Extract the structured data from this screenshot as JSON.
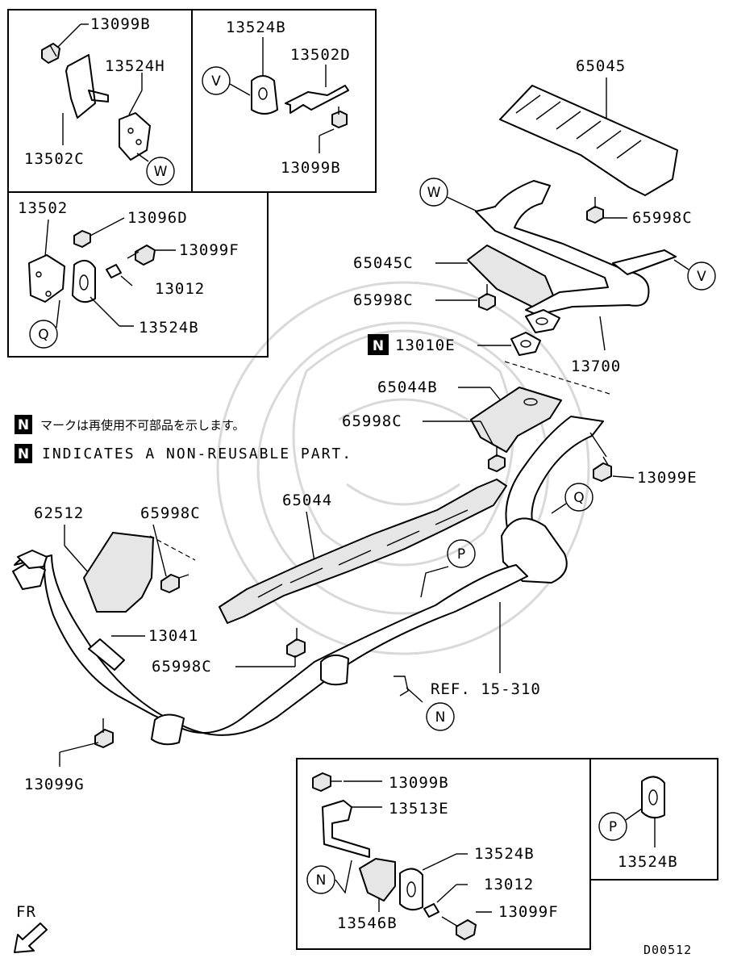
{
  "diagram_code": "D00512",
  "direction_label": "FR",
  "notes": {
    "badge": "N",
    "japanese": "マークは再使用不可部品を示します。",
    "english": "INDICATES A NON-REUSABLE PART."
  },
  "callouts": {
    "P": "P",
    "Q": "Q",
    "V": "V",
    "W": "W",
    "N": "N"
  },
  "labels": {
    "p13099B_a": "13099B",
    "p13524H": "13524H",
    "p13502C": "13502C",
    "p13524B_a": "13524B",
    "p13502D": "13502D",
    "p13099B_b": "13099B",
    "p13502": "13502",
    "p13096D": "13096D",
    "p13099F_a": "13099F",
    "p13012_a": "13012",
    "p13524B_b": "13524B",
    "p65045": "65045",
    "p65998C_a": "65998C",
    "p65045C": "65045C",
    "p65998C_b": "65998C",
    "p13010E": "13010E",
    "p13700": "13700",
    "p65044B": "65044B",
    "p65998C_c": "65998C",
    "p13099E": "13099E",
    "p62512": "62512",
    "p65998C_d": "65998C",
    "p65044": "65044",
    "p13041": "13041",
    "p65998C_e": "65998C",
    "ref": "REF. 15-310",
    "p13099G": "13099G",
    "p13099B_c": "13099B",
    "p13513E": "13513E",
    "p13524B_c": "13524B",
    "p13012_b": "13012",
    "p13099F_b": "13099F",
    "p13546B": "13546B",
    "p13524B_d": "13524B"
  }
}
